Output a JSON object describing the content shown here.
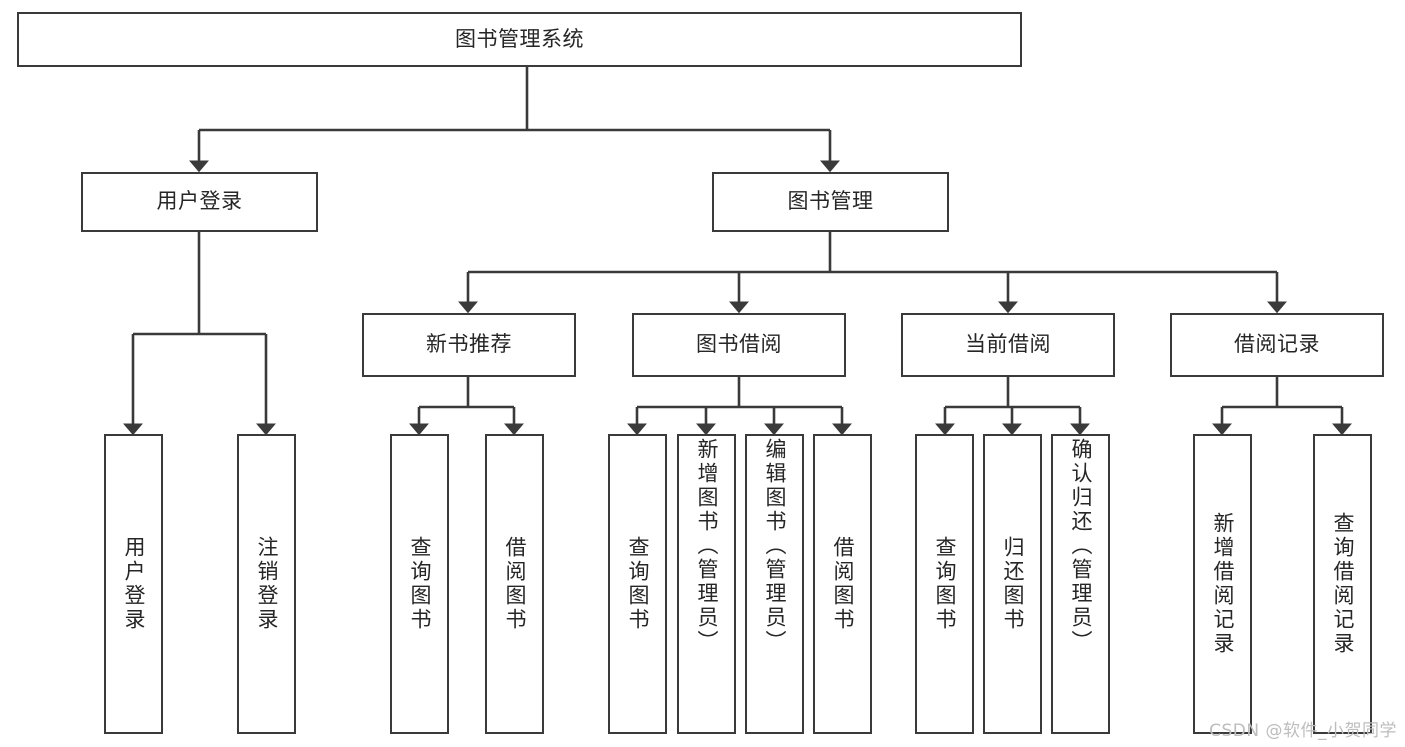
{
  "diagram": {
    "type": "tree-hierarchy",
    "title": "图书管理系统",
    "watermark": "CSDN @软件_小贺同学",
    "colors": {
      "stroke": "#3a3a3a",
      "box_fill": "#ffffff",
      "text": "#262626",
      "background": "#ffffff",
      "watermark": "#bdbdbd"
    },
    "root": {
      "label": "图书管理系统"
    },
    "level2": [
      {
        "label": "用户登录"
      },
      {
        "label": "图书管理"
      }
    ],
    "level3": [
      {
        "label": "新书推荐"
      },
      {
        "label": "图书借阅"
      },
      {
        "label": "当前借阅"
      },
      {
        "label": "借阅记录"
      }
    ],
    "leaves": {
      "user_login": [
        {
          "label": "用户登录"
        },
        {
          "label": "注销登录"
        }
      ],
      "new_book_recommend": [
        {
          "label": "查询图书"
        },
        {
          "label": "借阅图书"
        }
      ],
      "book_borrow": [
        {
          "label": "查询图书"
        },
        {
          "label": "新增图书（管理员）"
        },
        {
          "label": "编辑图书（管理员）"
        },
        {
          "label": "借阅图书"
        }
      ],
      "current_borrow": [
        {
          "label": "查询图书"
        },
        {
          "label": "归还图书"
        },
        {
          "label": "确认归还（管理员）"
        }
      ],
      "borrow_record": [
        {
          "label": "新增借阅记录"
        },
        {
          "label": "查询借阅记录"
        }
      ]
    }
  }
}
